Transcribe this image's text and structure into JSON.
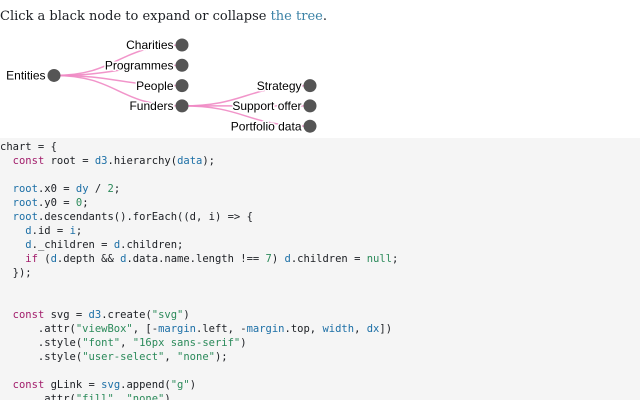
{
  "intro": {
    "text": "Click a black node to expand or collapse ",
    "link": "the tree",
    "end": "."
  },
  "tree": {
    "root": {
      "label": "Entities"
    },
    "children": [
      {
        "label": "Charities"
      },
      {
        "label": "Programmes"
      },
      {
        "label": "People"
      },
      {
        "label": "Funders",
        "children": [
          {
            "label": "Strategy"
          },
          {
            "label": "Support offer"
          },
          {
            "label": "Portfolio data"
          }
        ]
      }
    ],
    "colors": {
      "link": "#f08ac4",
      "node": "#555555",
      "link_text": "#3b82a6"
    }
  },
  "code": {
    "lines": [
      [
        [
          "p",
          "chart = {"
        ]
      ],
      [
        [
          "p",
          "  "
        ],
        [
          "k",
          "const "
        ],
        [
          "p",
          "root = "
        ],
        [
          "v",
          "d3"
        ],
        [
          "p",
          ".hierarchy("
        ],
        [
          "v",
          "data"
        ],
        [
          "p",
          ");"
        ]
      ],
      [],
      [
        [
          "p",
          "  "
        ],
        [
          "v",
          "root"
        ],
        [
          "p",
          ".x0 = "
        ],
        [
          "v",
          "dy"
        ],
        [
          "p",
          " / "
        ],
        [
          "n",
          "2"
        ],
        [
          "p",
          ";"
        ]
      ],
      [
        [
          "p",
          "  "
        ],
        [
          "v",
          "root"
        ],
        [
          "p",
          ".y0 = "
        ],
        [
          "n",
          "0"
        ],
        [
          "p",
          ";"
        ]
      ],
      [
        [
          "p",
          "  "
        ],
        [
          "v",
          "root"
        ],
        [
          "p",
          ".descendants().forEach((d, i) => {"
        ]
      ],
      [
        [
          "p",
          "    "
        ],
        [
          "v",
          "d"
        ],
        [
          "p",
          ".id = "
        ],
        [
          "v",
          "i"
        ],
        [
          "p",
          ";"
        ]
      ],
      [
        [
          "p",
          "    "
        ],
        [
          "v",
          "d"
        ],
        [
          "p",
          "._children = "
        ],
        [
          "v",
          "d"
        ],
        [
          "p",
          ".children;"
        ]
      ],
      [
        [
          "p",
          "    "
        ],
        [
          "k",
          "if "
        ],
        [
          "p",
          "("
        ],
        [
          "v",
          "d"
        ],
        [
          "p",
          ".depth && "
        ],
        [
          "v",
          "d"
        ],
        [
          "p",
          ".data.name.length !== "
        ],
        [
          "n",
          "7"
        ],
        [
          "p",
          ") "
        ],
        [
          "v",
          "d"
        ],
        [
          "p",
          ".children = "
        ],
        [
          "n",
          "null"
        ],
        [
          "p",
          ";"
        ]
      ],
      [
        [
          "p",
          "  });"
        ]
      ],
      [],
      [],
      [
        [
          "p",
          "  "
        ],
        [
          "k",
          "const "
        ],
        [
          "p",
          "svg = "
        ],
        [
          "v",
          "d3"
        ],
        [
          "p",
          ".create("
        ],
        [
          "s",
          "\"svg\""
        ],
        [
          "p",
          ")"
        ]
      ],
      [
        [
          "p",
          "      .attr("
        ],
        [
          "s",
          "\"viewBox\""
        ],
        [
          "p",
          ", [-"
        ],
        [
          "v",
          "margin"
        ],
        [
          "p",
          ".left, -"
        ],
        [
          "v",
          "margin"
        ],
        [
          "p",
          ".top, "
        ],
        [
          "v",
          "width"
        ],
        [
          "p",
          ", "
        ],
        [
          "v",
          "dx"
        ],
        [
          "p",
          "])"
        ]
      ],
      [
        [
          "p",
          "      .style("
        ],
        [
          "s",
          "\"font\""
        ],
        [
          "p",
          ", "
        ],
        [
          "s",
          "\"16px sans-serif\""
        ],
        [
          "p",
          ")"
        ]
      ],
      [
        [
          "p",
          "      .style("
        ],
        [
          "s",
          "\"user-select\""
        ],
        [
          "p",
          ", "
        ],
        [
          "s",
          "\"none\""
        ],
        [
          "p",
          ");"
        ]
      ],
      [],
      [
        [
          "p",
          "  "
        ],
        [
          "k",
          "const "
        ],
        [
          "p",
          "gLink = "
        ],
        [
          "v",
          "svg"
        ],
        [
          "p",
          ".append("
        ],
        [
          "s",
          "\"g\""
        ],
        [
          "p",
          ")"
        ]
      ],
      [
        [
          "p",
          "      .attr("
        ],
        [
          "s",
          "\"fill\""
        ],
        [
          "p",
          ", "
        ],
        [
          "s",
          "\"none\""
        ],
        [
          "p",
          ")"
        ]
      ]
    ]
  }
}
